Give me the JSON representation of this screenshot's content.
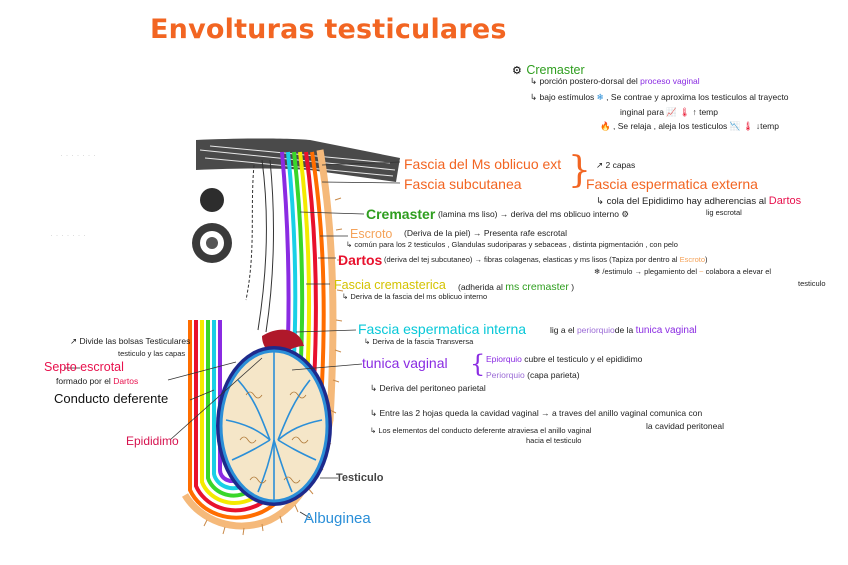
{
  "title": "Envolturas testiculares",
  "cremaster_box": {
    "heading": "Cremaster",
    "line1_pre": "porción postero-dorsal del",
    "line1_hl": "proceso vaginal",
    "line2_pre": "bajo estímulos",
    "line2_post": ", Se contrae y aproxima los testiculos al trayecto",
    "line3": "inginal para",
    "line3_post": "temp",
    "line4": ", Se relaja , aleja los testiculos",
    "line4_post": "temp"
  },
  "labels": {
    "fascia_oblicuo": "Fascia del Ms oblicuo ext",
    "fascia_subcutanea": "Fascia subcutanea",
    "capas": "2 capas",
    "fascia_esp_externa": "Fascia espermatica externa",
    "cola_pre": "cola del Epididimo hay adherencias al",
    "cola_hl": "Dartos",
    "lig_escrotal": "lig escrotal",
    "cremaster": "Cremaster",
    "cremaster_desc": "(lamina ms liso) → deriva del ms oblicuo interno",
    "escroto": "Escroto",
    "escroto_desc": "(Deriva de la piel) → Presenta rafe escrotal",
    "escroto_desc2": "común para los 2 testiculos , Glandulas sudoriparas y sebaceas , distinta pigmentación , con pelo",
    "dartos": "Dartos",
    "dartos_desc": "(deriva del tej subcutaneo) → fibras colagenas, elasticas y ms lisos (Tapiza por dentro al",
    "dartos_hl": "Escroto",
    "dartos_desc2": "/estimulo → plegamiento del",
    "dartos_desc3": "colabora a elevar el",
    "testiculo_word": "testiculo",
    "fascia_cremasterica": "Fascia cremasterica",
    "fascia_crem_desc_pre": "(adherida al",
    "fascia_crem_desc_hl": "ms cremaster",
    "fascia_crem_sub": "Deriva de la fascia del ms oblicuo interno",
    "fascia_esp_interna": "Fascia espermatica interna",
    "fascia_int_desc_pre": "lig a el",
    "fascia_int_desc_hl": "periorquio",
    "fascia_int_desc_mid": "de la",
    "fascia_int_desc_hl2": "tunica vaginal",
    "fascia_int_sub": "Deriva de la fascia Transversa",
    "tunica_vaginal": "tunica vaginal",
    "epiorquio": "Epiorquio",
    "epiorquio_desc": "cubre el testiculo y el epididimo",
    "periorquio": "Periorquio",
    "periorquio_desc": "(capa parieta)",
    "tunica_sub": "Deriva del peritoneo parietal",
    "cavidad_pre": "Entre las 2 hojas queda la cavidad vaginal → a traves del anillo vaginal comunica con",
    "cavidad_2": "la cavidad peritoneal",
    "elementos": "Los elementos del conducto deferente atraviesa el anillo vaginal",
    "elementos2": "hacia el testiculo",
    "divide": "Divide las bolsas Testiculares",
    "divide2": "testiculo y las capas",
    "septo": "Septo escrotal",
    "formado_pre": "formado por el",
    "formado_hl": "Dartos",
    "conducto": "Conducto deferente",
    "epididimo": "Epididimo",
    "testiculo": "Testiculo",
    "albuginea": "Albuginea"
  },
  "icons": [
    "snowflake-icon",
    "fire-icon",
    "thermometer-icon",
    "trend-up-icon",
    "trend-down-icon",
    "gear-icon"
  ]
}
